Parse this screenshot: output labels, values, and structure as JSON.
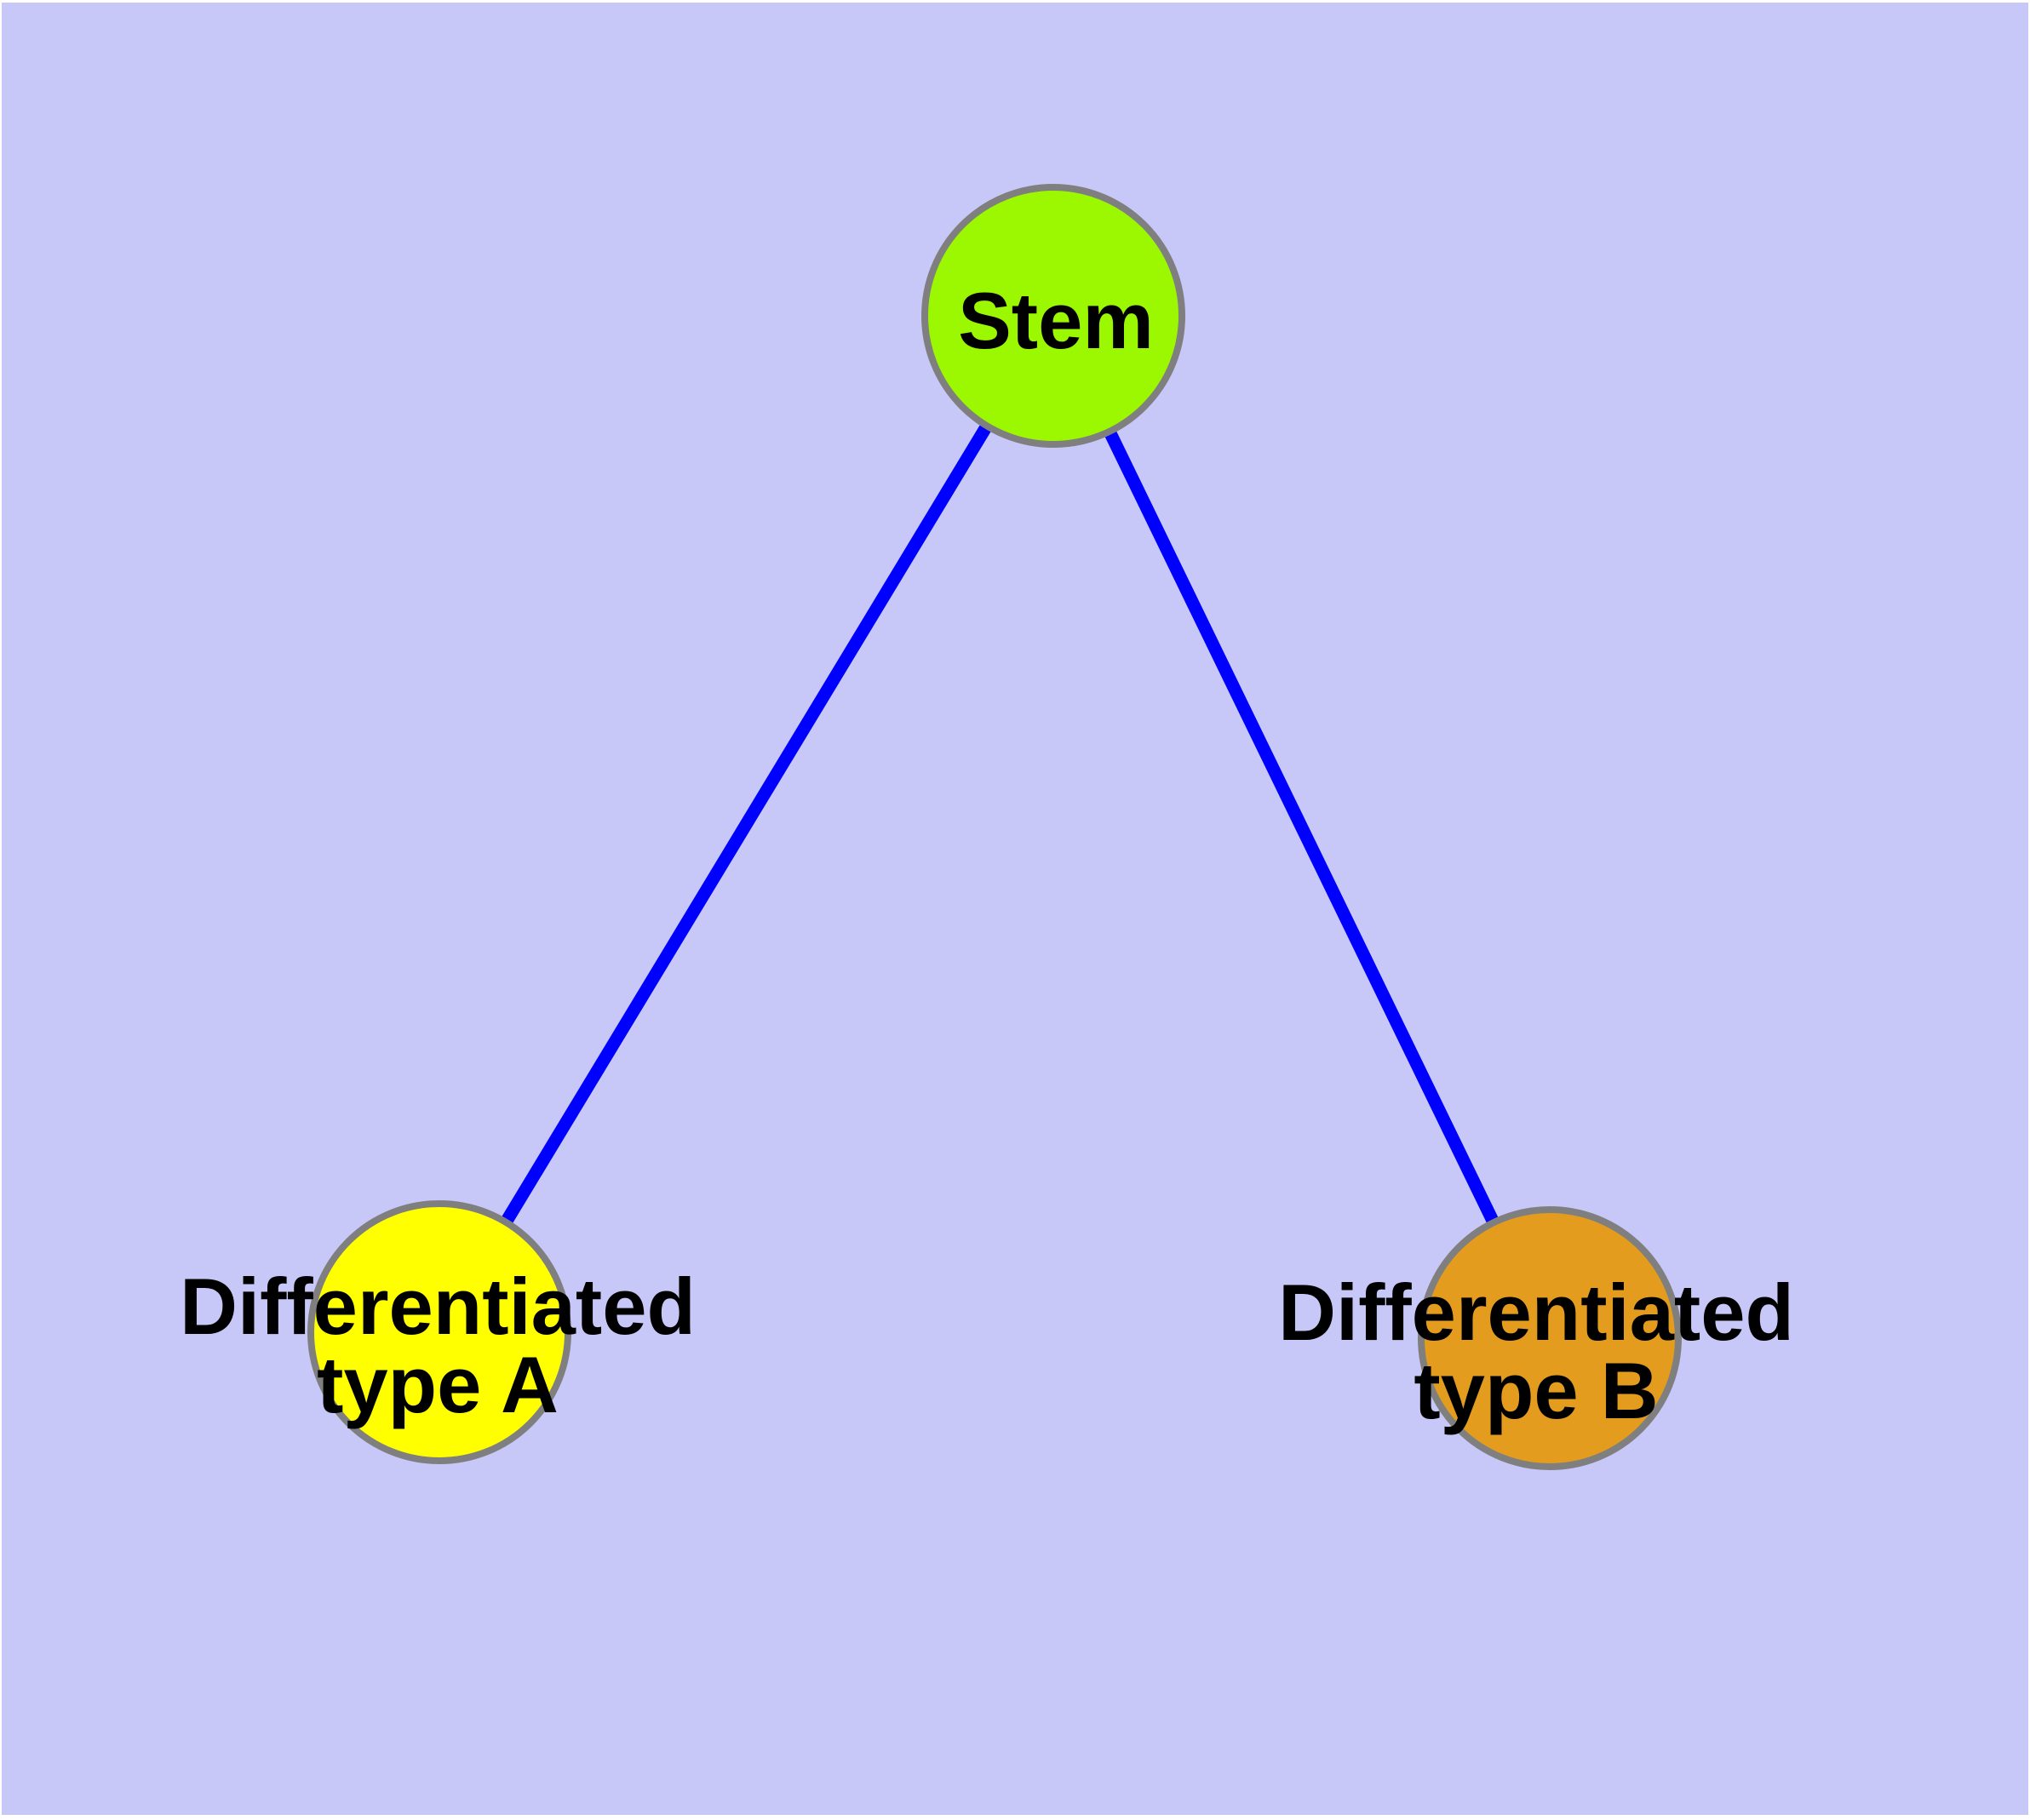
{
  "figure": {
    "type": "node-link-diagram",
    "title": "Stem cell differentiation diagram",
    "background_color": "#C8C8F8",
    "frame_color": "#FFFFFF"
  },
  "nodes": [
    {
      "id": "stem",
      "label": "Stem",
      "fill": "#9BF800",
      "stroke": "#7F7F7F"
    },
    {
      "id": "differentiated-type-a",
      "label_line1": "Differentiated",
      "label_line2": "type A",
      "fill": "#FFFF00",
      "stroke": "#7F7F7F"
    },
    {
      "id": "differentiated-type-b",
      "label_line1": "Differentiated",
      "label_line2": "type B",
      "fill": "#E39C1E",
      "stroke": "#7F7F7F"
    }
  ],
  "edges": [
    {
      "from": "stem",
      "to": "differentiated-type-a",
      "color": "#0000FF"
    },
    {
      "from": "stem",
      "to": "differentiated-type-b",
      "color": "#0000FF"
    }
  ]
}
